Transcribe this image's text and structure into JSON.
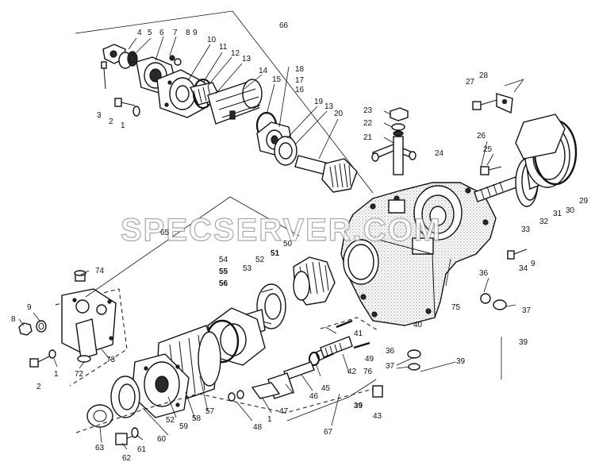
{
  "watermark": "SPECSERVER.COM",
  "callouts": [
    {
      "id": "c4",
      "text": "4"
    },
    {
      "id": "c5",
      "text": "5"
    },
    {
      "id": "c6",
      "text": "6"
    },
    {
      "id": "c7",
      "text": "7"
    },
    {
      "id": "c8",
      "text": "8"
    },
    {
      "id": "c9a",
      "text": "9"
    },
    {
      "id": "c10",
      "text": "10"
    },
    {
      "id": "c11",
      "text": "11"
    },
    {
      "id": "c12",
      "text": "12"
    },
    {
      "id": "c13a",
      "text": "13"
    },
    {
      "id": "c14",
      "text": "14"
    },
    {
      "id": "c15",
      "text": "15"
    },
    {
      "id": "c16",
      "text": "16"
    },
    {
      "id": "c17",
      "text": "17"
    },
    {
      "id": "c18",
      "text": "18"
    },
    {
      "id": "c19",
      "text": "19"
    },
    {
      "id": "c13b",
      "text": "13"
    },
    {
      "id": "c20",
      "text": "20"
    },
    {
      "id": "c66",
      "text": "66"
    },
    {
      "id": "c3",
      "text": "3"
    },
    {
      "id": "c2a",
      "text": "2"
    },
    {
      "id": "c1a",
      "text": "1"
    },
    {
      "id": "c23",
      "text": "23"
    },
    {
      "id": "c22",
      "text": "22"
    },
    {
      "id": "c21",
      "text": "21"
    },
    {
      "id": "c24",
      "text": "24"
    },
    {
      "id": "c26",
      "text": "26"
    },
    {
      "id": "c25",
      "text": "25"
    },
    {
      "id": "c27",
      "text": "27"
    },
    {
      "id": "c28",
      "text": "28"
    },
    {
      "id": "c29",
      "text": "29"
    },
    {
      "id": "c30",
      "text": "30"
    },
    {
      "id": "c31",
      "text": "31"
    },
    {
      "id": "c32",
      "text": "32"
    },
    {
      "id": "c33",
      "text": "33"
    },
    {
      "id": "c34",
      "text": "34"
    },
    {
      "id": "c9b",
      "text": "9"
    },
    {
      "id": "c65",
      "text": "65"
    },
    {
      "id": "c50",
      "text": "50"
    },
    {
      "id": "c51",
      "text": "51"
    },
    {
      "id": "c52",
      "text": "52"
    },
    {
      "id": "c53",
      "text": "53"
    },
    {
      "id": "c54",
      "text": "54"
    },
    {
      "id": "c55",
      "text": "55"
    },
    {
      "id": "c56",
      "text": "56"
    },
    {
      "id": "c74",
      "text": "74"
    },
    {
      "id": "c9c",
      "text": "9"
    },
    {
      "id": "c8b",
      "text": "8"
    },
    {
      "id": "c73",
      "text": "73"
    },
    {
      "id": "c1b",
      "text": "1"
    },
    {
      "id": "c72",
      "text": "72"
    },
    {
      "id": "c2b",
      "text": "2"
    },
    {
      "id": "c36a",
      "text": "36"
    },
    {
      "id": "c37a",
      "text": "37"
    },
    {
      "id": "c75",
      "text": "75"
    },
    {
      "id": "c40",
      "text": "40"
    },
    {
      "id": "c41",
      "text": "41"
    },
    {
      "id": "c42",
      "text": "42"
    },
    {
      "id": "c76",
      "text": "76"
    },
    {
      "id": "c49",
      "text": "49"
    },
    {
      "id": "c39a",
      "text": "39"
    },
    {
      "id": "c36b",
      "text": "36"
    },
    {
      "id": "c37b",
      "text": "37"
    },
    {
      "id": "c39b",
      "text": "39"
    },
    {
      "id": "c39c",
      "text": "39"
    },
    {
      "id": "c43",
      "text": "43"
    },
    {
      "id": "c45",
      "text": "45"
    },
    {
      "id": "c46",
      "text": "46"
    },
    {
      "id": "c47",
      "text": "47"
    },
    {
      "id": "c1c",
      "text": "1"
    },
    {
      "id": "c48",
      "text": "48"
    },
    {
      "id": "c57",
      "text": "57"
    },
    {
      "id": "c58",
      "text": "58"
    },
    {
      "id": "c59",
      "text": "59"
    },
    {
      "id": "c52b",
      "text": "52"
    },
    {
      "id": "c60",
      "text": "60"
    },
    {
      "id": "c61",
      "text": "61"
    },
    {
      "id": "c62",
      "text": "62"
    },
    {
      "id": "c63",
      "text": "63"
    },
    {
      "id": "c67",
      "text": "67"
    }
  ]
}
